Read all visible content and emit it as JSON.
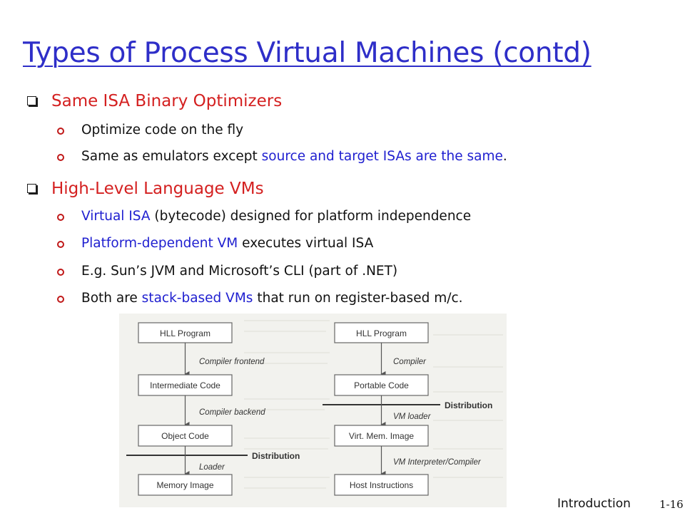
{
  "slide": {
    "title": "Types of Process Virtual Machines (contd)",
    "footer_section": "Introduction",
    "footer_page": "1-16"
  },
  "bullets": [
    {
      "text": "Same ISA Binary Optimizers",
      "sub": [
        {
          "segments": [
            {
              "text": "Optimize code on the fly",
              "highlight": false
            }
          ]
        },
        {
          "segments": [
            {
              "text": "Same as emulators except ",
              "highlight": false
            },
            {
              "text": "source and target ISAs are the same",
              "highlight": true
            },
            {
              "text": ".",
              "highlight": false
            }
          ]
        }
      ]
    },
    {
      "text": "High-Level Language VMs",
      "sub": [
        {
          "segments": [
            {
              "text": "Virtual ISA",
              "highlight": true
            },
            {
              "text": " (bytecode) designed for platform independence",
              "highlight": false
            }
          ]
        },
        {
          "segments": [
            {
              "text": "Platform-dependent VM",
              "highlight": true
            },
            {
              "text": " executes virtual ISA",
              "highlight": false
            }
          ]
        },
        {
          "segments": [
            {
              "text": "E.g. Sun’s JVM and Microsoft’s CLI (part of .NET)",
              "highlight": false
            }
          ]
        },
        {
          "segments": [
            {
              "text": "Both are ",
              "highlight": false
            },
            {
              "text": "stack-based VMs",
              "highlight": true
            },
            {
              "text": " that run on register-based m/c.",
              "highlight": false
            }
          ]
        }
      ]
    }
  ],
  "figure": {
    "left": {
      "boxes": [
        "HLL Program",
        "Intermediate Code",
        "Object Code",
        "Memory Image"
      ],
      "steps": [
        "Compiler frontend",
        "Compiler backend",
        "Loader"
      ],
      "distribution_label": "Distribution"
    },
    "right": {
      "boxes": [
        "HLL Program",
        "Portable Code",
        "Virt. Mem. Image",
        "Host Instructions"
      ],
      "steps": [
        "Compiler",
        "VM loader",
        "VM Interpreter/Compiler"
      ],
      "distribution_label": "Distribution"
    }
  },
  "colors": {
    "title": "#2e2ec8",
    "main_bullet": "#d42020",
    "highlight": "#2020d0",
    "body_text": "#111111"
  }
}
